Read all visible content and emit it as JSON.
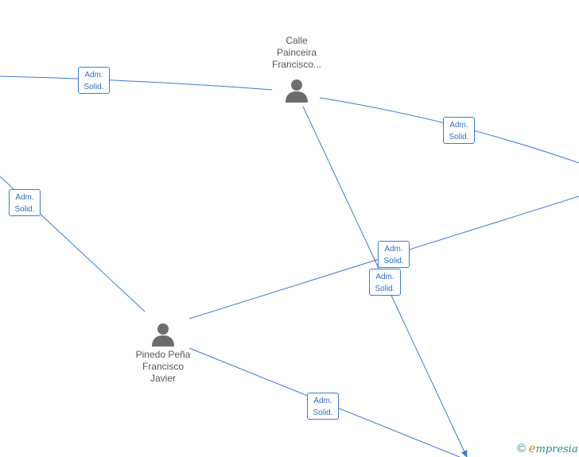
{
  "colors": {
    "edge": "#3a7bd5",
    "label_text": "#2f6fc8",
    "node_text": "#555555",
    "icon": "#6d6d6d"
  },
  "nodes": {
    "calle": {
      "lines": [
        "Calle",
        "Painceira",
        "Francisco..."
      ]
    },
    "pinedo": {
      "lines": [
        "Pinedo Peña",
        "Francisco",
        "Javier"
      ]
    }
  },
  "edge_labels": [
    {
      "line1": "Adm.",
      "line2": "Solid."
    },
    {
      "line1": "Adm.",
      "line2": "Solid."
    },
    {
      "line1": "Adm.",
      "line2": "Solid."
    },
    {
      "line1": "Adm.",
      "line2": "Solid."
    },
    {
      "line1": "Adm.",
      "line2": "Solid."
    },
    {
      "line1": "Adm.",
      "line2": "Solid."
    }
  ],
  "brand": {
    "copyright": "©",
    "initial": "e",
    "rest": "mpresia"
  }
}
